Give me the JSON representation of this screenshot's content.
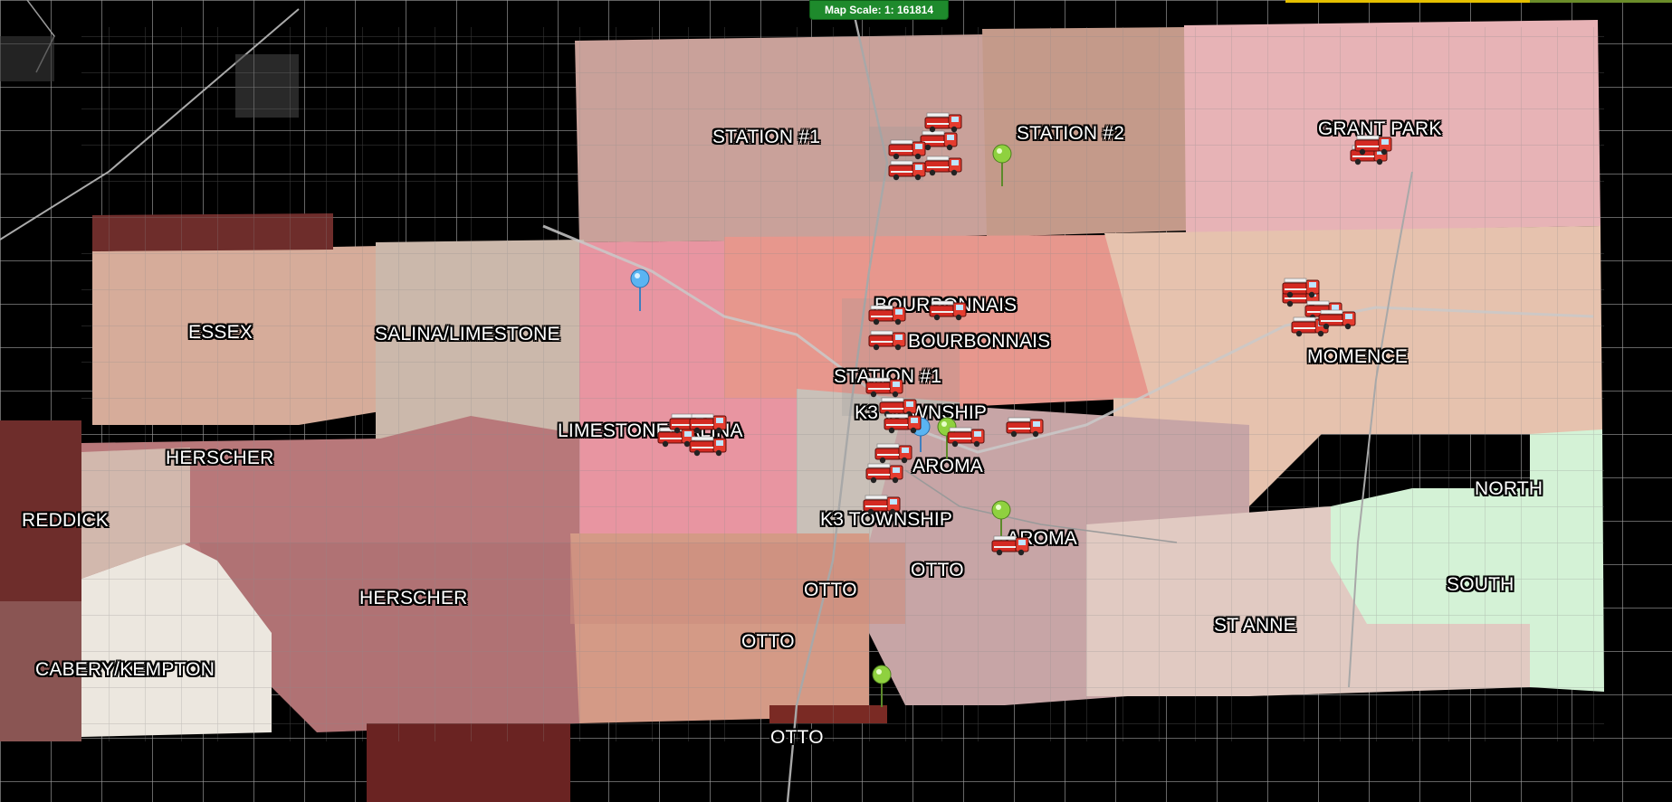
{
  "map": {
    "scale_label": "Map Scale: 1: 161814",
    "colors": {
      "background": "#000000",
      "roads": "#9a9a9a",
      "station1_north": "#c9a19a",
      "station2": "#c49a8a",
      "grant_park": "#e7b3b6",
      "bourbonnais": "#e7978d",
      "momence": "#e6c2ae",
      "limestone_salina": "#e895a1",
      "salina_limestone": "#cbb8ab",
      "essex": "#d6ac9a",
      "herscher": "#b8787a",
      "reddick": "#6e2d2b",
      "cabery_kempton": "#ece7df",
      "otto": "#d49a86",
      "aroma": "#c7a5a6",
      "st_anne": "#e1cac2",
      "north_south": "#d4f2d6",
      "k3_township": "#c9c0b8"
    },
    "labels": [
      "STATION #1",
      "STATION #2",
      "GRANT PARK",
      "BOURBONNAIS",
      "BOURBONNAIS",
      "MOMENCE",
      "ESSEX",
      "SALINA/LIMESTONE",
      "STATION #1",
      "K3 TOWNSHIP",
      "LIMESTONE/SALINA",
      "AROMA",
      "HERSCHER",
      "K3 TOWNSHIP",
      "AROMA",
      "NORTH",
      "REDDICK",
      "OTTO",
      "OTTO",
      "HERSCHER",
      "SOUTH",
      "ST ANNE",
      "OTTO",
      "CABERY/KEMPTON",
      "OTTO"
    ],
    "pins": [
      {
        "name": "blue-pin-icon",
        "color": "#5ab4f2"
      },
      {
        "name": "green-pin-icon",
        "color": "#8fd13f"
      },
      {
        "name": "green-pin-icon",
        "color": "#8fd13f"
      },
      {
        "name": "green-pin-icon",
        "color": "#8fd13f"
      },
      {
        "name": "blue-pin-icon",
        "color": "#5ab4f2"
      },
      {
        "name": "green-pin-icon",
        "color": "#8fd13f"
      }
    ],
    "trucks": {
      "icon": "fire-truck-icon",
      "color": "#d42a22"
    }
  }
}
